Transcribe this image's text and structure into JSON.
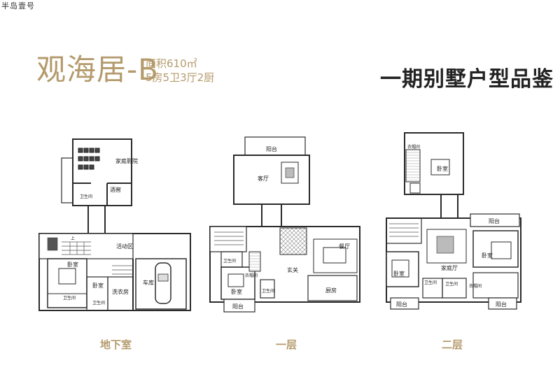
{
  "brand": "半岛壹号",
  "title": "观海居-B",
  "area": "面积610㎡",
  "rooms": "5房5卫3厅2厨",
  "heading": "一期别墅户型品鉴",
  "floors": {
    "basement": {
      "caption": "地下室",
      "rooms": {
        "theater": "家庭影院",
        "wine": "酒窖",
        "bath_top": "卫生间",
        "activity": "活动区",
        "bedroom": "卧室",
        "bedroom2": "卧室",
        "bath_left": "卫生间",
        "bath_mid": "卫生间",
        "laundry": "洗衣房",
        "garage": "车库",
        "stair_up": "上"
      }
    },
    "first": {
      "caption": "一层",
      "rooms": {
        "balcony_top": "阳台",
        "living": "客厅",
        "dining": "餐厅",
        "foyer": "玄关",
        "kitchen": "厨房",
        "bedroom": "卧室",
        "bath": "卫生间",
        "bath2": "卫生间",
        "closet": "衣帽间",
        "balcony_bottom": "阳台"
      }
    },
    "second": {
      "caption": "二层",
      "rooms": {
        "closet_top": "衣帽间",
        "bedroom_top": "卧室",
        "balcony_right": "阳台",
        "bedroom_right": "卧室",
        "family": "家庭厅",
        "bedroom_left": "卧室",
        "bath_a": "卫生间",
        "bath_b": "卫生间",
        "closet_bottom": "衣帽间",
        "balcony_bl": "阳台",
        "balcony_br": "阳台"
      }
    }
  },
  "colors": {
    "accent": "#b49a6c",
    "wall": "#2b2b2b",
    "stone": "#e6e6e6",
    "heading": "#222222"
  }
}
